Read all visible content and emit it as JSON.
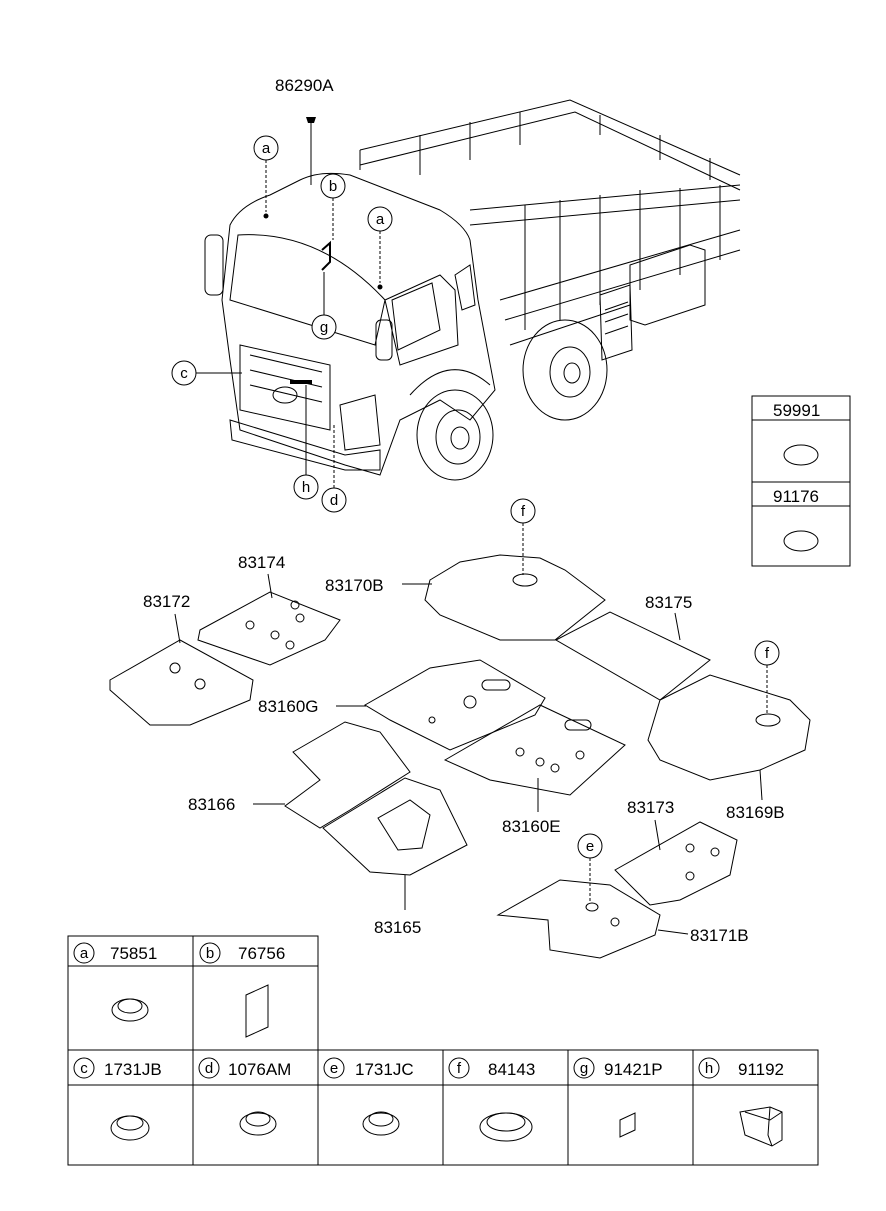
{
  "callouts": {
    "top_clip": "86290A",
    "mat_left_front": "83172",
    "mat_left_rear": "83174",
    "mat_center_front": "83170B",
    "mat_right_rear": "83175",
    "mat_center": "83160G",
    "mat_center_right": "83160E",
    "mat_left_lower": "83166",
    "mat_left_bottom": "83165",
    "mat_right_upper": "83173",
    "mat_right_lower": "83169B",
    "mat_bottom_right": "83171B"
  },
  "markers": {
    "a": "a",
    "b": "b",
    "c": "c",
    "d": "d",
    "e": "e",
    "f": "f",
    "g": "g",
    "h": "h"
  },
  "side_box": [
    {
      "code": "59991"
    },
    {
      "code": "91176"
    }
  ],
  "table_top": [
    {
      "letter": "a",
      "code": "75851"
    },
    {
      "letter": "b",
      "code": "76756"
    }
  ],
  "table_bottom": [
    {
      "letter": "c",
      "code": "1731JB"
    },
    {
      "letter": "d",
      "code": "1076AM"
    },
    {
      "letter": "e",
      "code": "1731JC"
    },
    {
      "letter": "f",
      "code": "84143"
    },
    {
      "letter": "g",
      "code": "91421P"
    },
    {
      "letter": "h",
      "code": "91192"
    }
  ]
}
